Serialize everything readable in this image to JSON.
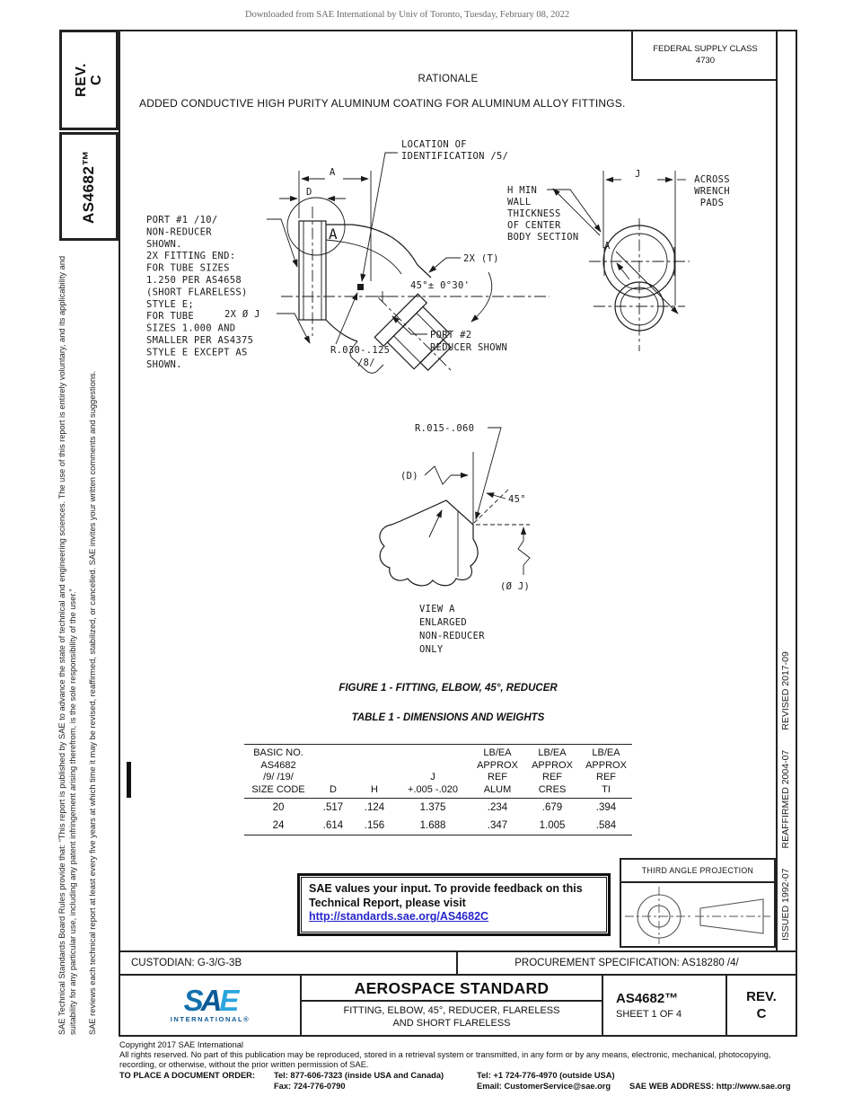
{
  "page_note": "Downloaded from SAE International by Univ of Toronto, Tuesday, February 08, 2022",
  "left_margin": {
    "rev_label": "REV.",
    "rev_value": "C",
    "doc_number": "AS4682™",
    "disclaimer_1": "SAE Technical Standards Board Rules provide that: “This report is published by SAE to advance the state of technical and engineering sciences. The use of this report is entirely voluntary, and its applicability and suitability for any particular use, including any patent infringement arising therefrom, is the sole responsibility of the user.”",
    "disclaimer_2": "SAE reviews each technical report at least every five years at which time it may be revised, reaffirmed, stabilized, or cancelled. SAE invites your written comments and suggestions."
  },
  "right_margin": {
    "issued": "ISSUED 1992-07",
    "reaffirmed": "REAFFIRMED 2004-07",
    "revised": "REVISED 2017-09"
  },
  "header": {
    "federal_supply_class_label": "FEDERAL SUPPLY CLASS",
    "federal_supply_class_value": "4730",
    "rationale_title": "RATIONALE",
    "rationale_text": "ADDED CONDUCTIVE HIGH PURITY ALUMINUM COATING FOR ALUMINUM ALLOY FITTINGS."
  },
  "drawing": {
    "port1_note": [
      "PORT #1 /10/",
      "NON-REDUCER",
      "SHOWN.",
      "2X FITTING END:",
      "FOR TUBE SIZES",
      "1.250 PER AS4658",
      "(SHORT FLARELESS)",
      "STYLE E;",
      "FOR TUBE",
      "SIZES 1.000 AND",
      "SMALLER PER AS4375",
      "STYLE E EXCEPT AS",
      "SHOWN."
    ],
    "location_note": [
      "LOCATION OF",
      "IDENTIFICATION /5/"
    ],
    "wall_note": [
      "H MIN",
      "WALL",
      "THICKNESS",
      "OF CENTER",
      "BODY SECTION"
    ],
    "wrench_note": [
      "ACROSS",
      "WRENCH",
      "PADS"
    ],
    "dim_a": "A",
    "dim_d": "D",
    "dim_j": "J",
    "detail_marker": "A",
    "t_callout": "2X (T)",
    "angle_callout": "45°± 0°30'",
    "dia_j_callout": "2X Ø J",
    "radius_callout": "R.030-.125",
    "radius_flag": "/8/",
    "port2_note": [
      "PORT #2",
      "REDUCER SHOWN"
    ],
    "view_a": {
      "radius_callout": "R.015-.060",
      "d_ref": "(D)",
      "angle": "45°",
      "dia_ref": "(Ø J)",
      "caption": [
        "VIEW  A",
        "ENLARGED",
        "NON-REDUCER",
        "ONLY"
      ]
    }
  },
  "figure_caption": "FIGURE 1 - FITTING, ELBOW, 45°, REDUCER",
  "table": {
    "caption": "TABLE 1 - DIMENSIONS AND WEIGHTS",
    "col1_header": [
      "BASIC NO.",
      "AS4682",
      "/9/  /19/",
      "SIZE CODE"
    ],
    "col_d": "D",
    "col_h": "H",
    "col_j": [
      "J",
      "+.005 -.020"
    ],
    "col_alum": [
      "LB/EA",
      "APPROX",
      "REF",
      "ALUM"
    ],
    "col_cres": [
      "LB/EA",
      "APPROX",
      "REF",
      "CRES"
    ],
    "col_ti": [
      "LB/EA",
      "APPROX",
      "REF",
      "TI"
    ],
    "rows": [
      [
        "20",
        ".517",
        ".124",
        "1.375",
        ".234",
        ".679",
        ".394"
      ],
      [
        "24",
        ".614",
        ".156",
        "1.688",
        ".347",
        "1.005",
        ".584"
      ]
    ]
  },
  "feedback": {
    "line1": "SAE values your input. To provide feedback on this",
    "line2": "Technical Report, please visit",
    "link": "http://standards.sae.org/AS4682C"
  },
  "projection": {
    "title": "THIRD ANGLE PROJECTION"
  },
  "title_block": {
    "custodian": "CUSTODIAN: G-3/G-3B",
    "procurement": "PROCUREMENT SPECIFICATION: AS18280 /4/",
    "logo_word": "SAE",
    "logo_sub": "INTERNATIONAL®",
    "standard_type": "AEROSPACE STANDARD",
    "title_line1": "FITTING, ELBOW, 45°, REDUCER, FLARELESS",
    "title_line2": "AND SHORT FLARELESS",
    "doc_number": "AS4682™",
    "sheet": "SHEET 1 OF 4",
    "rev_label": "REV.",
    "rev_value": "C"
  },
  "footer": {
    "copyright": "Copyright 2017 SAE International",
    "rights_line1": "All rights reserved. No part of this publication may be reproduced, stored in a retrieval system or transmitted, in any form or by any means, electronic, mechanical, photocopying,",
    "rights_line2": "recording, or otherwise, without the prior written permission of SAE.",
    "order_label": "TO PLACE A DOCUMENT ORDER:",
    "tel_inside": "Tel: 877-606-7323 (inside USA and Canada)",
    "tel_outside": "Tel: +1 724-776-4970 (outside USA)",
    "fax": "Fax: 724-776-0790",
    "email": "Email: CustomerService@sae.org",
    "web": "SAE WEB ADDRESS: http://www.sae.org"
  },
  "colors": {
    "link_blue": "#2626cc",
    "sae_blue_s": "#1470af",
    "sae_blue_a": "#0c5a96",
    "sae_blue_e": "#2ba6df",
    "line_dark": "#1a1a1a"
  }
}
